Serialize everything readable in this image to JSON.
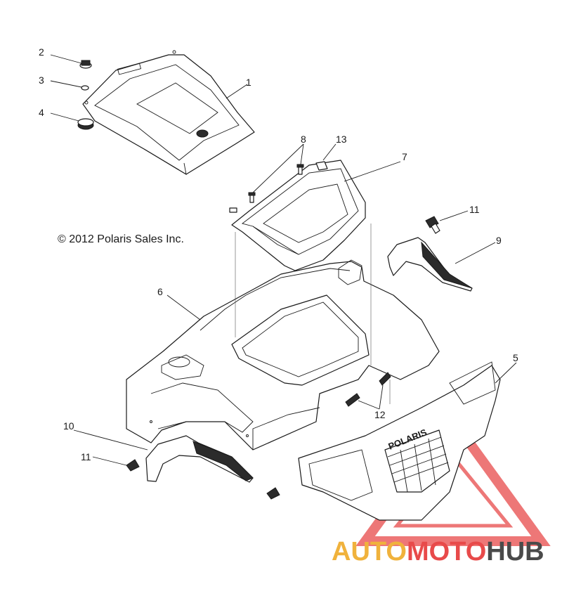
{
  "copyright": "© 2012 Polaris Sales Inc.",
  "grille_badge": "POLARIS",
  "callouts": [
    "1",
    "2",
    "3",
    "4",
    "5",
    "6",
    "7",
    "8",
    "9",
    "10",
    "11",
    "11",
    "12",
    "13"
  ],
  "watermark": {
    "part1": "AUTO",
    "part2": "MOTO",
    "part3": "HUB",
    "colors": {
      "auto": "#f0b23c",
      "moto": "#e84a4a",
      "hub": "#4a4a4a",
      "triangle": "#e84a4a"
    }
  }
}
